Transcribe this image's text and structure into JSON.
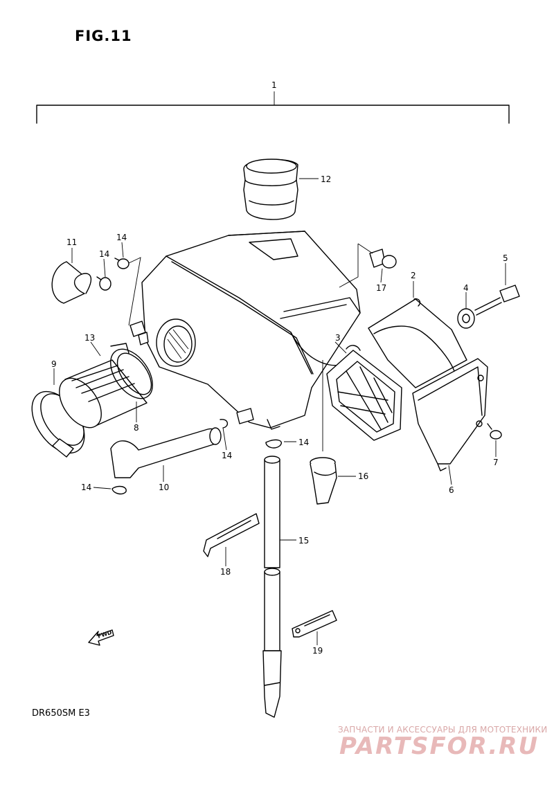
{
  "figure": {
    "title": "FIG.11",
    "model": "DR650SM E3"
  },
  "callouts": {
    "c1": "1",
    "c2": "2",
    "c3": "3",
    "c4": "4",
    "c5": "5",
    "c6": "6",
    "c7": "7",
    "c8": "8",
    "c9": "9",
    "c10": "10",
    "c11": "11",
    "c12": "12",
    "c13": "13",
    "c14a": "14",
    "c14b": "14",
    "c14c": "14",
    "c14d": "14",
    "c14e": "14",
    "c15": "15",
    "c16": "16",
    "c17": "17",
    "c18": "18",
    "c19": "19"
  },
  "fwd_label": "FWD",
  "watermark": {
    "line": "ЗАПЧАСТИ И АКСЕССУАРЫ ДЛЯ МОТОТЕХНИКИ",
    "brand": "PARTSFOR.RU"
  }
}
